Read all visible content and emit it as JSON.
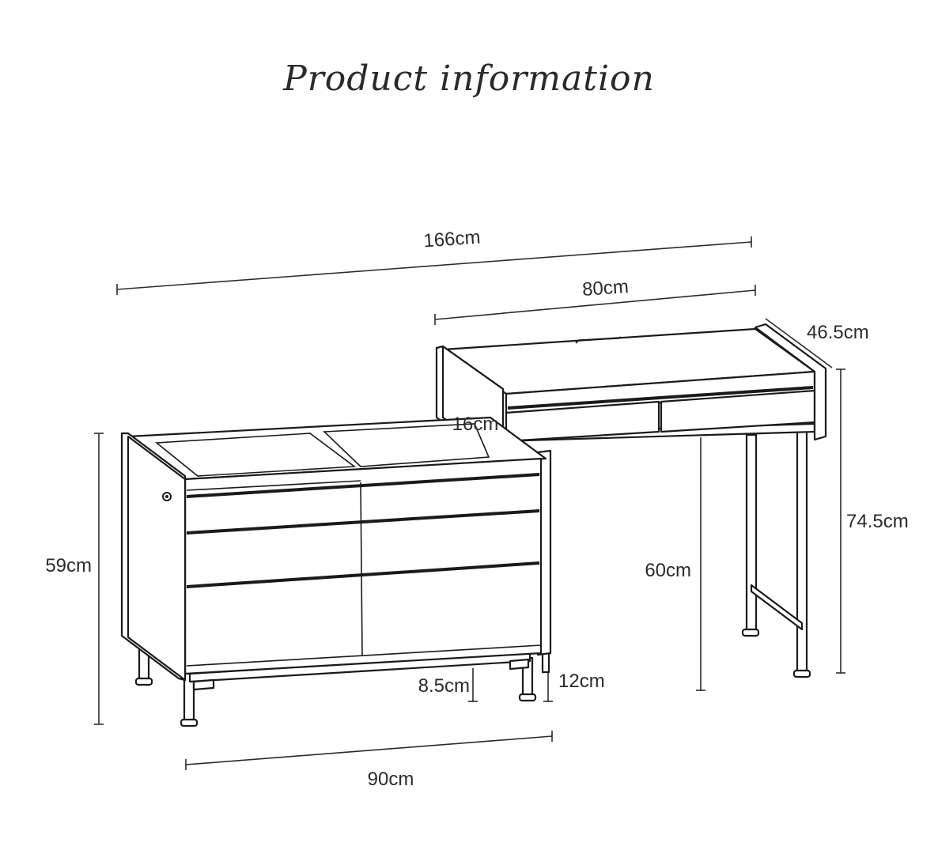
{
  "title": "Product information",
  "dimensions": {
    "overall_width": "166cm",
    "desk_width": "80cm",
    "desk_depth": "46.5cm",
    "panel_height": "16cm",
    "cabinet_height": "59cm",
    "desk_leg_height": "60cm",
    "desk_height": "74.5cm",
    "cabinet_leg_height": "8.5cm",
    "side_leg_height": "12cm",
    "cabinet_width": "90cm"
  }
}
